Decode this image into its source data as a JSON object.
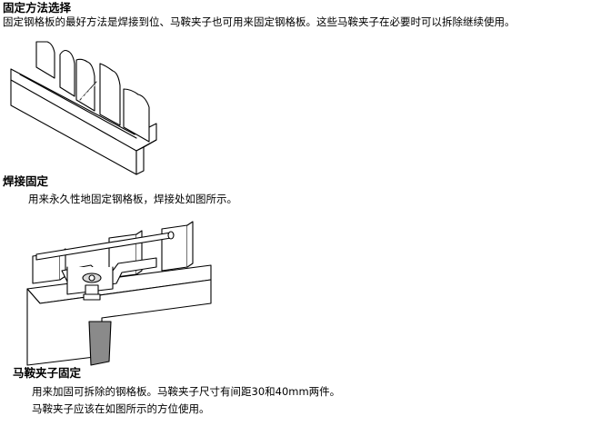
{
  "section1": {
    "title": "固定方法选择",
    "body": "固定钢格板的最好方法是焊接到位、马鞍夹子也可用来固定钢格板。这些马鞍夹子在必要时可以拆除继续使用。"
  },
  "section2": {
    "title": "焊接固定",
    "body": "用来永久性地固定钢格板，焊接处如图所示。"
  },
  "section3": {
    "title": "马鞍夹子固定",
    "body_line1": "用来加固可拆除的钢格板。马鞍夹子尺寸有间距30和40mm两件。",
    "body_line2": "马鞍夹子应该在如图所示的方位使用。"
  },
  "illustrations": {
    "welded": "welded-grating-drawing",
    "clip": "saddle-clip-drawing"
  }
}
